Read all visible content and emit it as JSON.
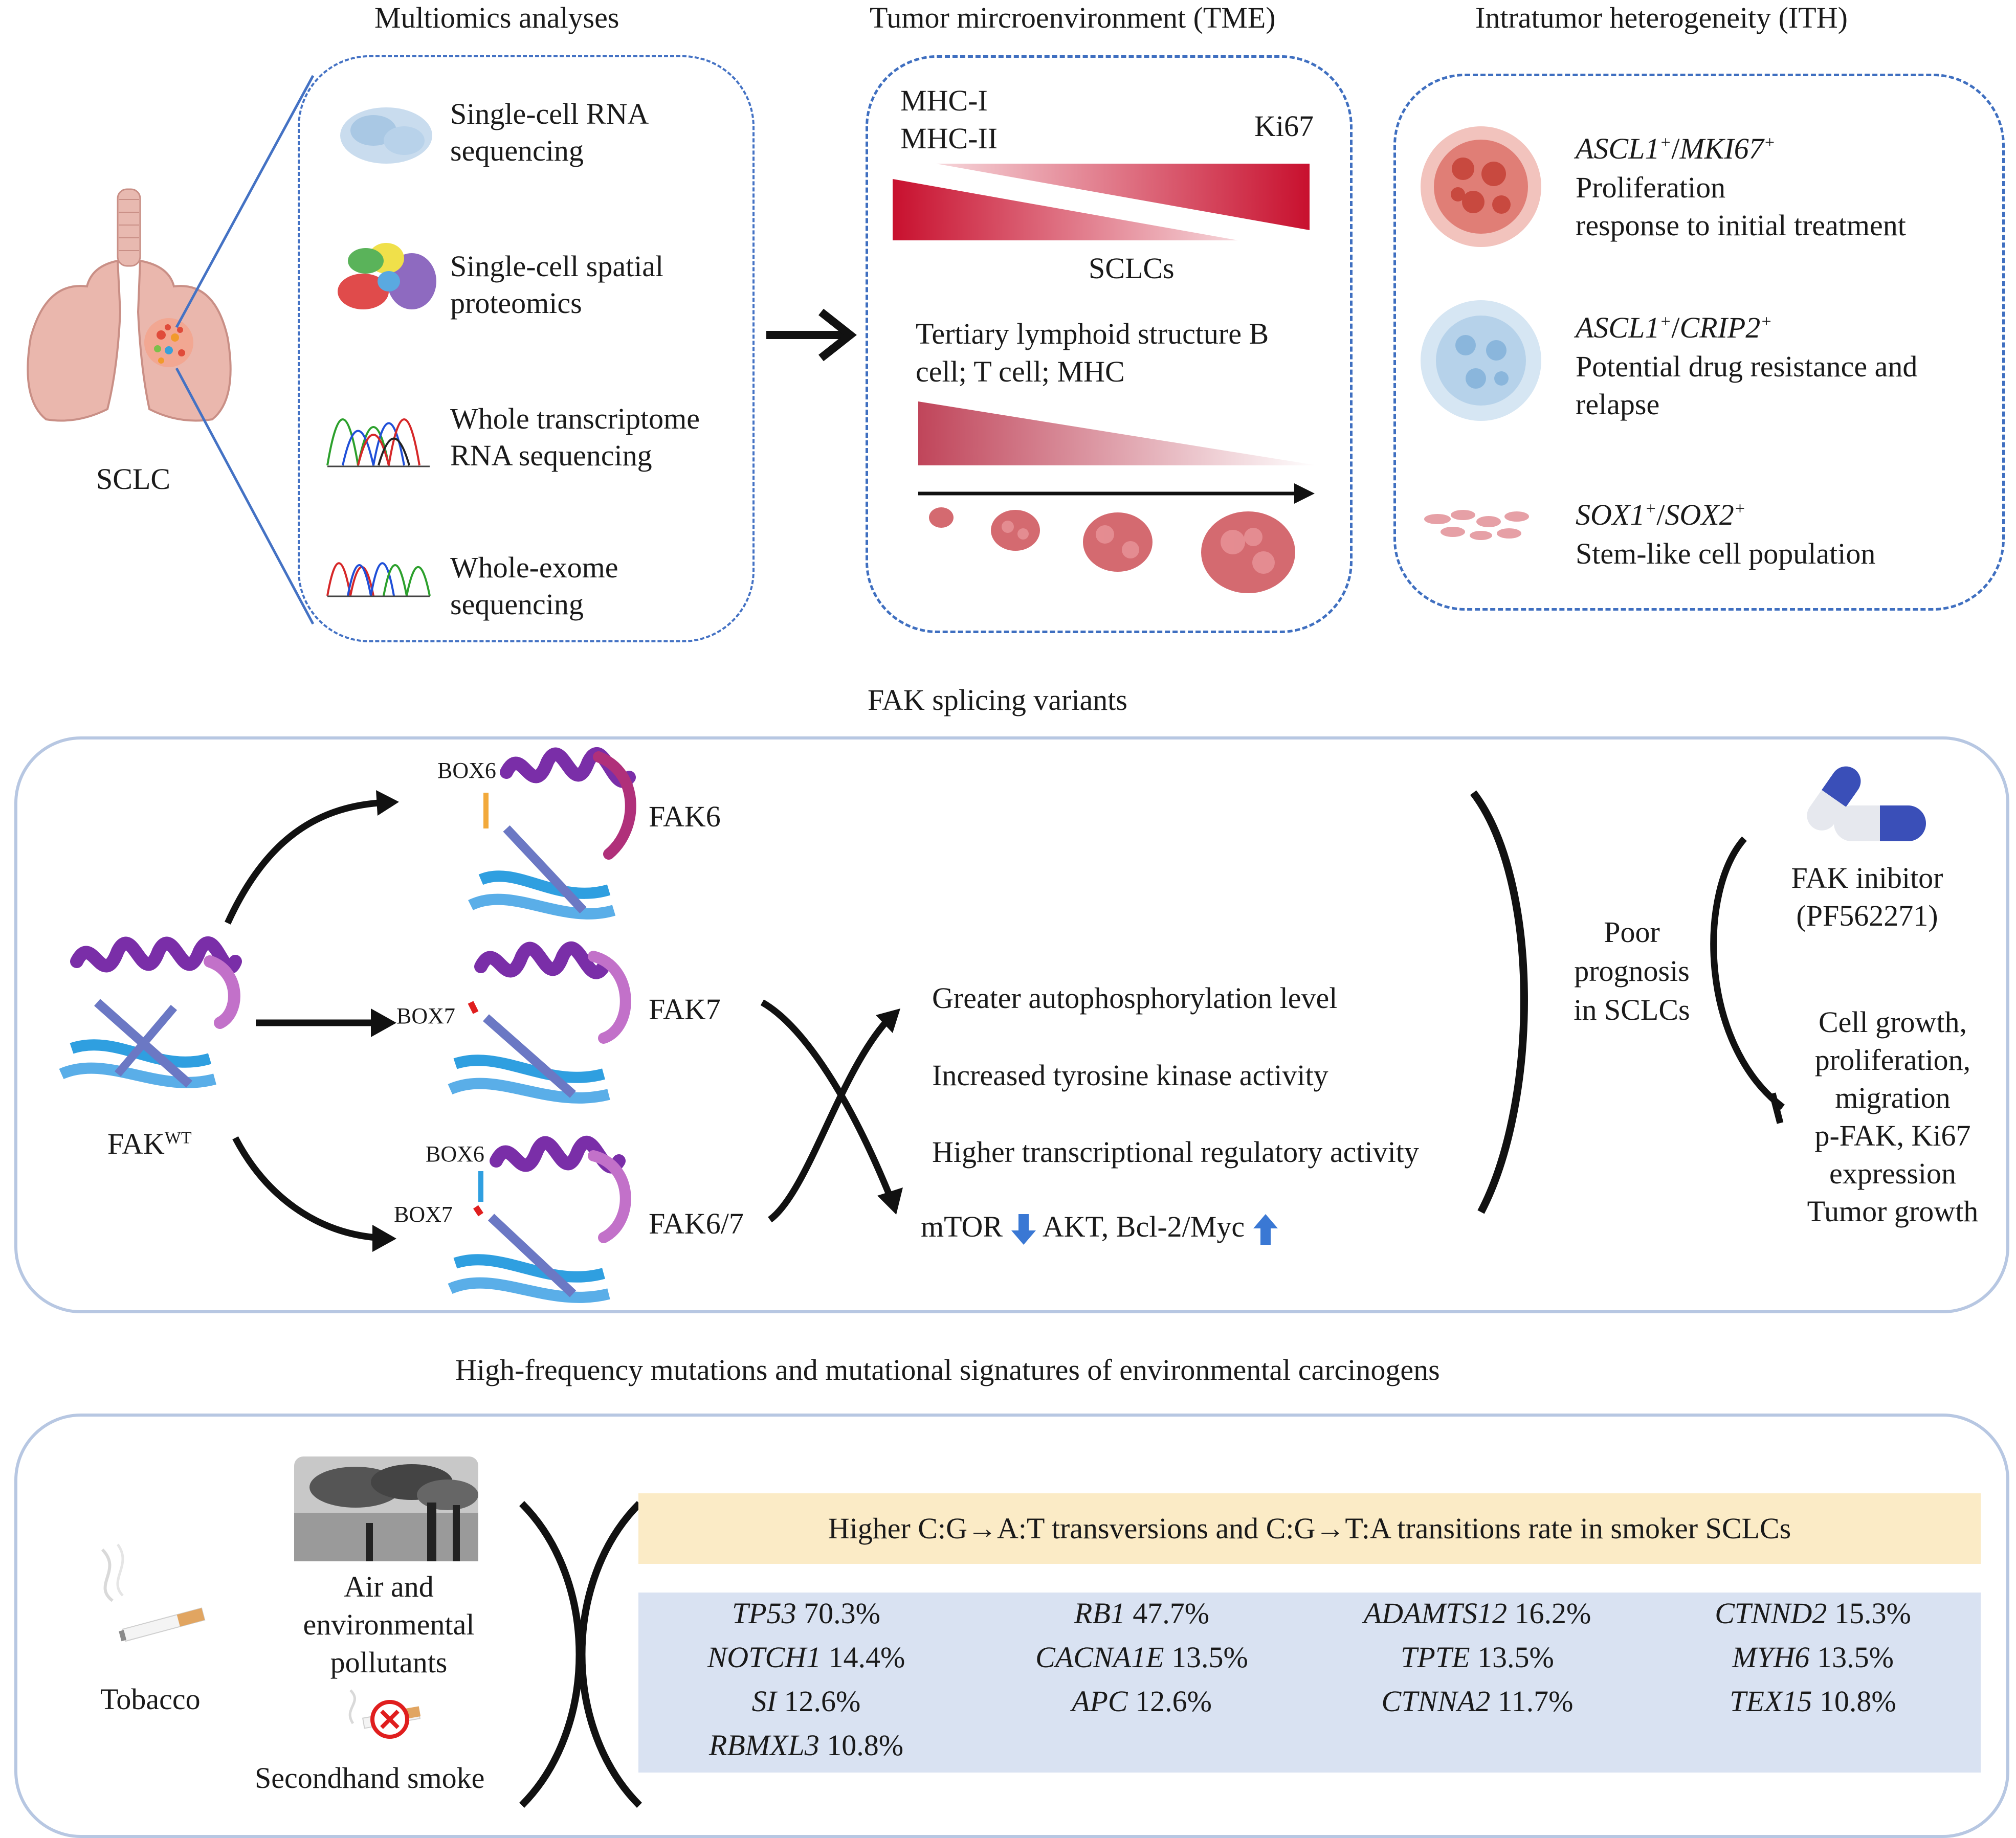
{
  "headings": {
    "multiomics": "Multiomics analyses",
    "tme": "Tumor mircroenvironment (TME)",
    "ith": "Intratumor heterogeneity (ITH)",
    "fak": "FAK splicing variants",
    "mutations": "High-frequency mutations and mutational signatures of environmental carcinogens"
  },
  "sclc_label": "SCLC",
  "multiomics_items": [
    {
      "line1": "Single-cell RNA",
      "line2": "sequencing"
    },
    {
      "line1": "Single-cell spatial",
      "line2": "proteomics"
    },
    {
      "line1": "Whole transcriptome",
      "line2": "RNA sequencing"
    },
    {
      "line1": "Whole-exome",
      "line2": "sequencing"
    }
  ],
  "tme": {
    "mhc1": "MHC-I",
    "mhc2": "MHC-II",
    "ki67": "Ki67",
    "sclcs": "SCLCs",
    "tls_line1": "Tertiary lymphoid structure B",
    "tls_line2": "cell; T cell; MHC"
  },
  "ith": [
    {
      "gene_a": "ASCL1",
      "sup_a": "+",
      "sep": "/",
      "gene_b": "MKI67",
      "sup_b": "+",
      "line1": "Proliferation",
      "line2": "response to initial treatment"
    },
    {
      "gene_a": "ASCL1",
      "sup_a": "+",
      "sep": "/",
      "gene_b": "CRIP2",
      "sup_b": "+",
      "line1": "Potential drug resistance and",
      "line2": "relapse"
    },
    {
      "gene_a": "SOX1",
      "sup_a": "+",
      "sep": "/",
      "gene_b": "SOX2",
      "sup_b": "+",
      "line1": "Stem-like cell population",
      "line2": ""
    }
  ],
  "fak": {
    "box6": "BOX6",
    "box7": "BOX7",
    "fak6": "FAK6",
    "fak7": "FAK7",
    "fak67": "FAK6/7",
    "fakwt": "FAK",
    "fakwt_sup": "WT",
    "effects": [
      "Greater autophosphorylation level",
      "Increased tyrosine kinase activity",
      "Higher transcriptional regulatory activity"
    ],
    "mtor": "mTOR",
    "akt": "AKT, Bcl-2/Myc",
    "prognosis": [
      "Poor",
      "prognosis",
      "in SCLCs"
    ],
    "inhibitor": [
      "FAK inibitor",
      "(PF562271)"
    ],
    "outcomes": [
      "Cell growth,",
      "proliferation,",
      "migration",
      "p-FAK, Ki67",
      "expression",
      "Tumor growth"
    ]
  },
  "carcinogens": {
    "tobacco": "Tobacco",
    "air": [
      "Air and",
      "environmental",
      "pollutants"
    ],
    "secondhand": "Secondhand smoke",
    "transitions": "Higher C:G→A:T transversions and C:G→T:A transitions rate in smoker SCLCs",
    "genes": [
      {
        "gene": "TP53",
        "pct": "70.3%"
      },
      {
        "gene": "RB1",
        "pct": "47.7%"
      },
      {
        "gene": "ADAMTS12",
        "pct": "16.2%"
      },
      {
        "gene": "CTNND2",
        "pct": "15.3%"
      },
      {
        "gene": "NOTCH1",
        "pct": "14.4%"
      },
      {
        "gene": "CACNA1E",
        "pct": "13.5%"
      },
      {
        "gene": "TPTE",
        "pct": "13.5%"
      },
      {
        "gene": "MYH6",
        "pct": "13.5%"
      },
      {
        "gene": "SI",
        "pct": "12.6%"
      },
      {
        "gene": "APC",
        "pct": "12.6%"
      },
      {
        "gene": "CTNNA2",
        "pct": "11.7%"
      },
      {
        "gene": "TEX15",
        "pct": "10.8%"
      },
      {
        "gene": "RBMXL3",
        "pct": "10.8%"
      }
    ]
  },
  "colors": {
    "dash_blue": "#3f6fc0",
    "panel_border": "#b7c7e2",
    "tumor_red": "#c8102e",
    "yellow_bar": "#fbebc6",
    "blue_panel": "#d9e2f2",
    "arrow_blue": "#3a78d4"
  }
}
